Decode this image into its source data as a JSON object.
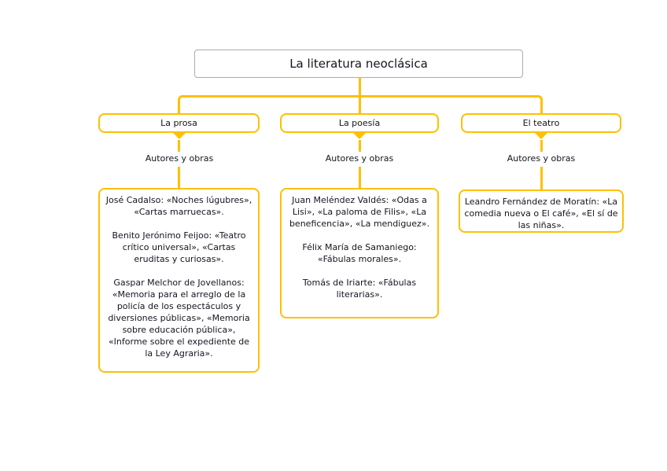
{
  "diagram": {
    "title": "La literatura neoclásica",
    "accent_color": "#FFC000",
    "title_border_color": "#ABABAB",
    "branches": [
      {
        "label": "La prosa",
        "sublabel": "Autores y obras",
        "paragraphs": [
          "José Cadalso: «Noches lúgubres», «Cartas marruecas».",
          "Benito Jerónimo Feijoo: «Teatro crítico universal», «Cartas eruditas y curiosas».",
          "Gaspar Melchor de Jovellanos: «Memoria para el arreglo de la policía de los espectáculos y diversiones públicas», «Memoria sobre educación pública», «Informe sobre el expediente de la Ley Agraria»."
        ]
      },
      {
        "label": "La poesía",
        "sublabel": "Autores y obras",
        "paragraphs": [
          "Juan Meléndez Valdés: «Odas a Lisi», «La paloma de Filis», «La beneficencia», «La mendiguez».",
          "Félix María de Samaniego: «Fábulas morales».",
          "Tomás de Iriarte: «Fábulas literarias»."
        ]
      },
      {
        "label": "El teatro",
        "sublabel": "Autores y obras",
        "paragraphs": [
          "Leandro Fernández de Moratín: «La comedia nueva o El café», «El sí de las niñas»."
        ]
      }
    ]
  }
}
